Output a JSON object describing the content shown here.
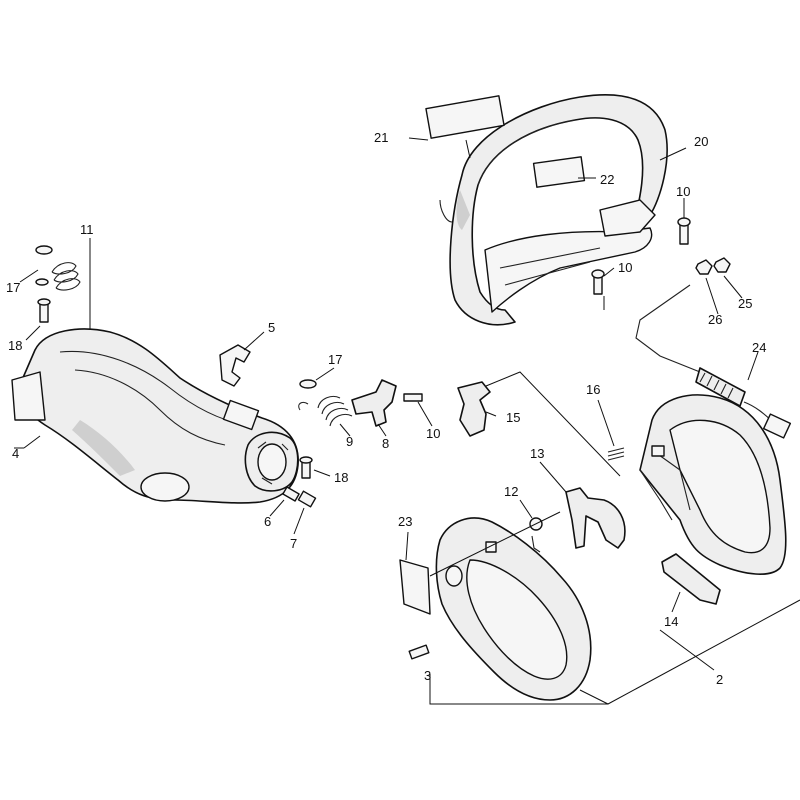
{
  "diagram": {
    "callouts": [
      {
        "id": "c1",
        "label": "2"
      },
      {
        "id": "c2",
        "label": "3"
      },
      {
        "id": "c3",
        "label": "4"
      },
      {
        "id": "c4",
        "label": "5"
      },
      {
        "id": "c5",
        "label": "6"
      },
      {
        "id": "c6",
        "label": "7"
      },
      {
        "id": "c7",
        "label": "8"
      },
      {
        "id": "c8",
        "label": "9"
      },
      {
        "id": "c9",
        "label": "10"
      },
      {
        "id": "c10",
        "label": "10"
      },
      {
        "id": "c11",
        "label": "10"
      },
      {
        "id": "c12",
        "label": "11"
      },
      {
        "id": "c13",
        "label": "12"
      },
      {
        "id": "c14",
        "label": "13"
      },
      {
        "id": "c15",
        "label": "14"
      },
      {
        "id": "c16",
        "label": "15"
      },
      {
        "id": "c17",
        "label": "16"
      },
      {
        "id": "c18",
        "label": "17"
      },
      {
        "id": "c19",
        "label": "17"
      },
      {
        "id": "c20",
        "label": "18"
      },
      {
        "id": "c21",
        "label": "18"
      },
      {
        "id": "c22",
        "label": "20"
      },
      {
        "id": "c23",
        "label": "21"
      },
      {
        "id": "c24",
        "label": "22"
      },
      {
        "id": "c25",
        "label": "23"
      },
      {
        "id": "c26",
        "label": "24"
      },
      {
        "id": "c27",
        "label": "25"
      },
      {
        "id": "c28",
        "label": "26"
      }
    ]
  }
}
